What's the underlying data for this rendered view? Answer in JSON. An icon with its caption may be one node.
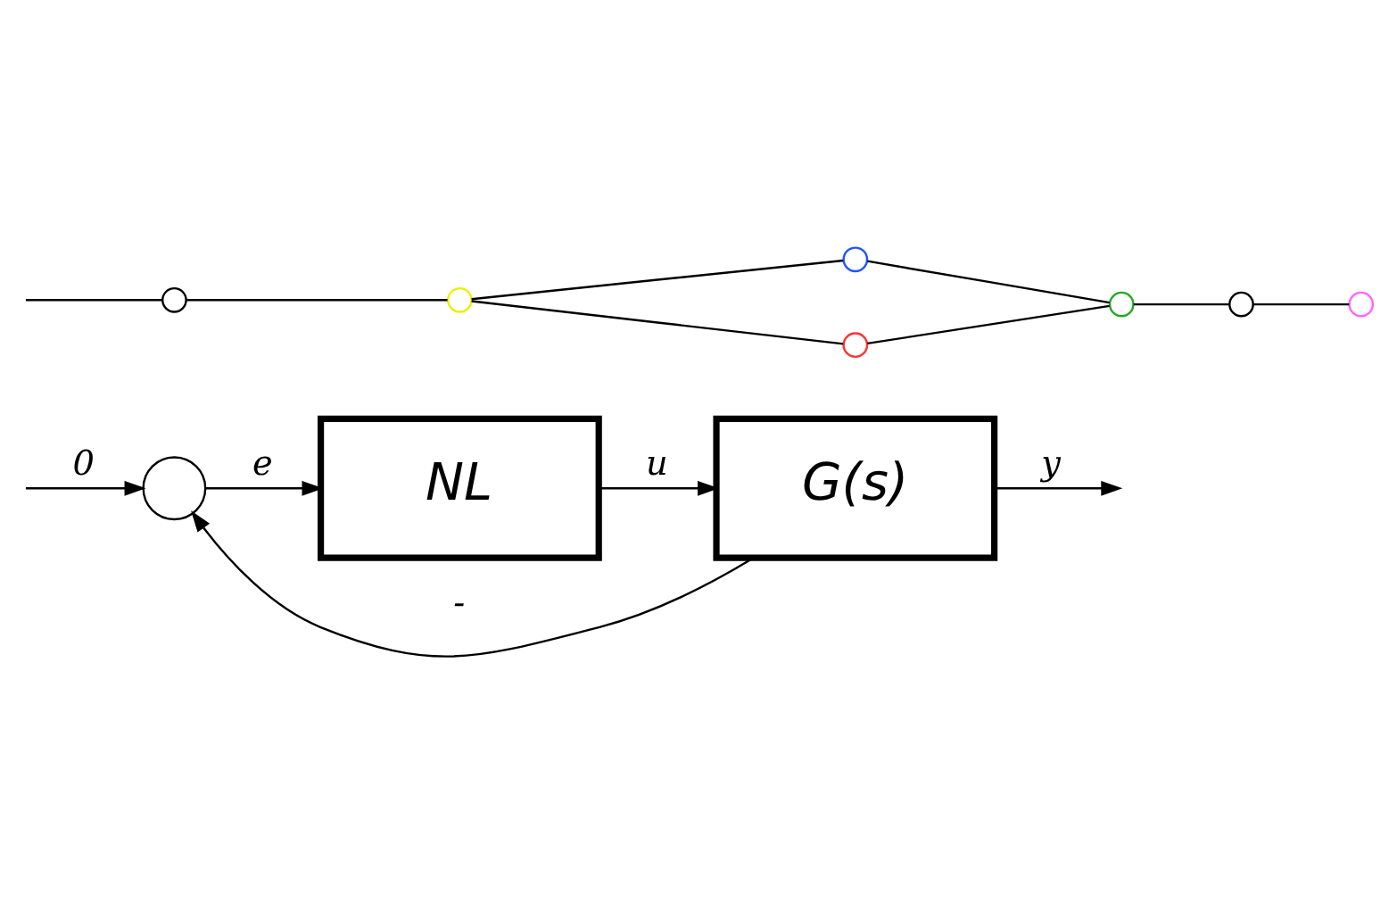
{
  "diagram": {
    "nodes": [
      {
        "text": [],
        "shape": "circle"
      },
      {
        "text": [
          "NL"
        ]
      },
      {
        "text": [
          "G(s)"
        ]
      },
      {
        "text": [],
        "shape": "circle"
      },
      {
        "text": [],
        "shape": "circle"
      },
      {
        "text": [],
        "shape": "circle"
      },
      {
        "text": [],
        "shape": "circle"
      },
      {
        "text": [],
        "shape": "circle"
      },
      {
        "text": [],
        "shape": "circle"
      },
      {
        "text": [],
        "shape": "circle"
      }
    ],
    "edges": [
      {
        "from": null,
        "to": 0,
        "arrow": "to",
        "label": "0"
      },
      {
        "from": 0,
        "to": 1,
        "arrow": "to",
        "label": "e"
      },
      {
        "from": 1,
        "to": 2,
        "arrow": "to",
        "label": "u"
      },
      {
        "from": 2,
        "to": null,
        "arrow": "to",
        "label": "y"
      },
      {
        "from": 2,
        "to": 0,
        "arrow": "to",
        "label": "-"
      },
      {
        "from": null,
        "to": 7,
        "arrow": "none"
      },
      {
        "from": 7,
        "to": 8,
        "arrow": "none"
      },
      {
        "from": 8,
        "to": 9,
        "arrow": "none"
      },
      {
        "from": 8,
        "to": 6,
        "arrow": "none"
      },
      {
        "from": 6,
        "to": 5,
        "arrow": "none"
      },
      {
        "from": 9,
        "to": 5,
        "arrow": "none"
      },
      {
        "from": 5,
        "to": 4,
        "arrow": "none"
      },
      {
        "from": 4,
        "to": 3,
        "arrow": "none"
      }
    ]
  }
}
